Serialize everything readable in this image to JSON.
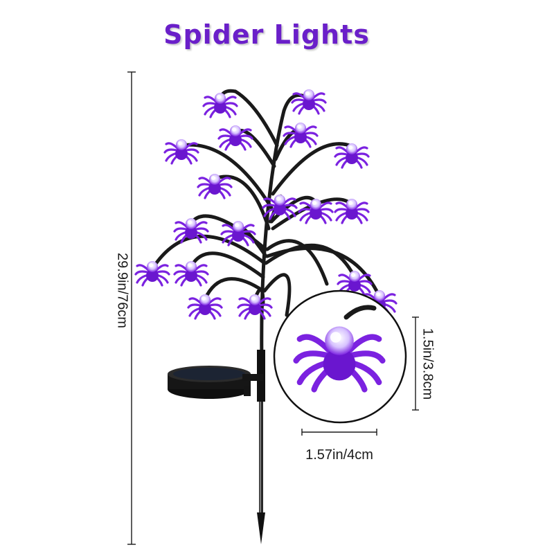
{
  "title": "Spider Lights",
  "dimensions": {
    "height": "29.9in/76cm",
    "bulb_height": "1.5in/3.8cm",
    "bulb_width": "1.57in/4cm"
  },
  "colors": {
    "title": "#6a1fc9",
    "spider": "#7b22e0",
    "spider_dark": "#5a12b0",
    "glow": "#e8d8ff",
    "branch": "#1a1a1a"
  },
  "icons": [
    "spider-icon",
    "solar-panel-icon",
    "ground-stake-icon"
  ]
}
